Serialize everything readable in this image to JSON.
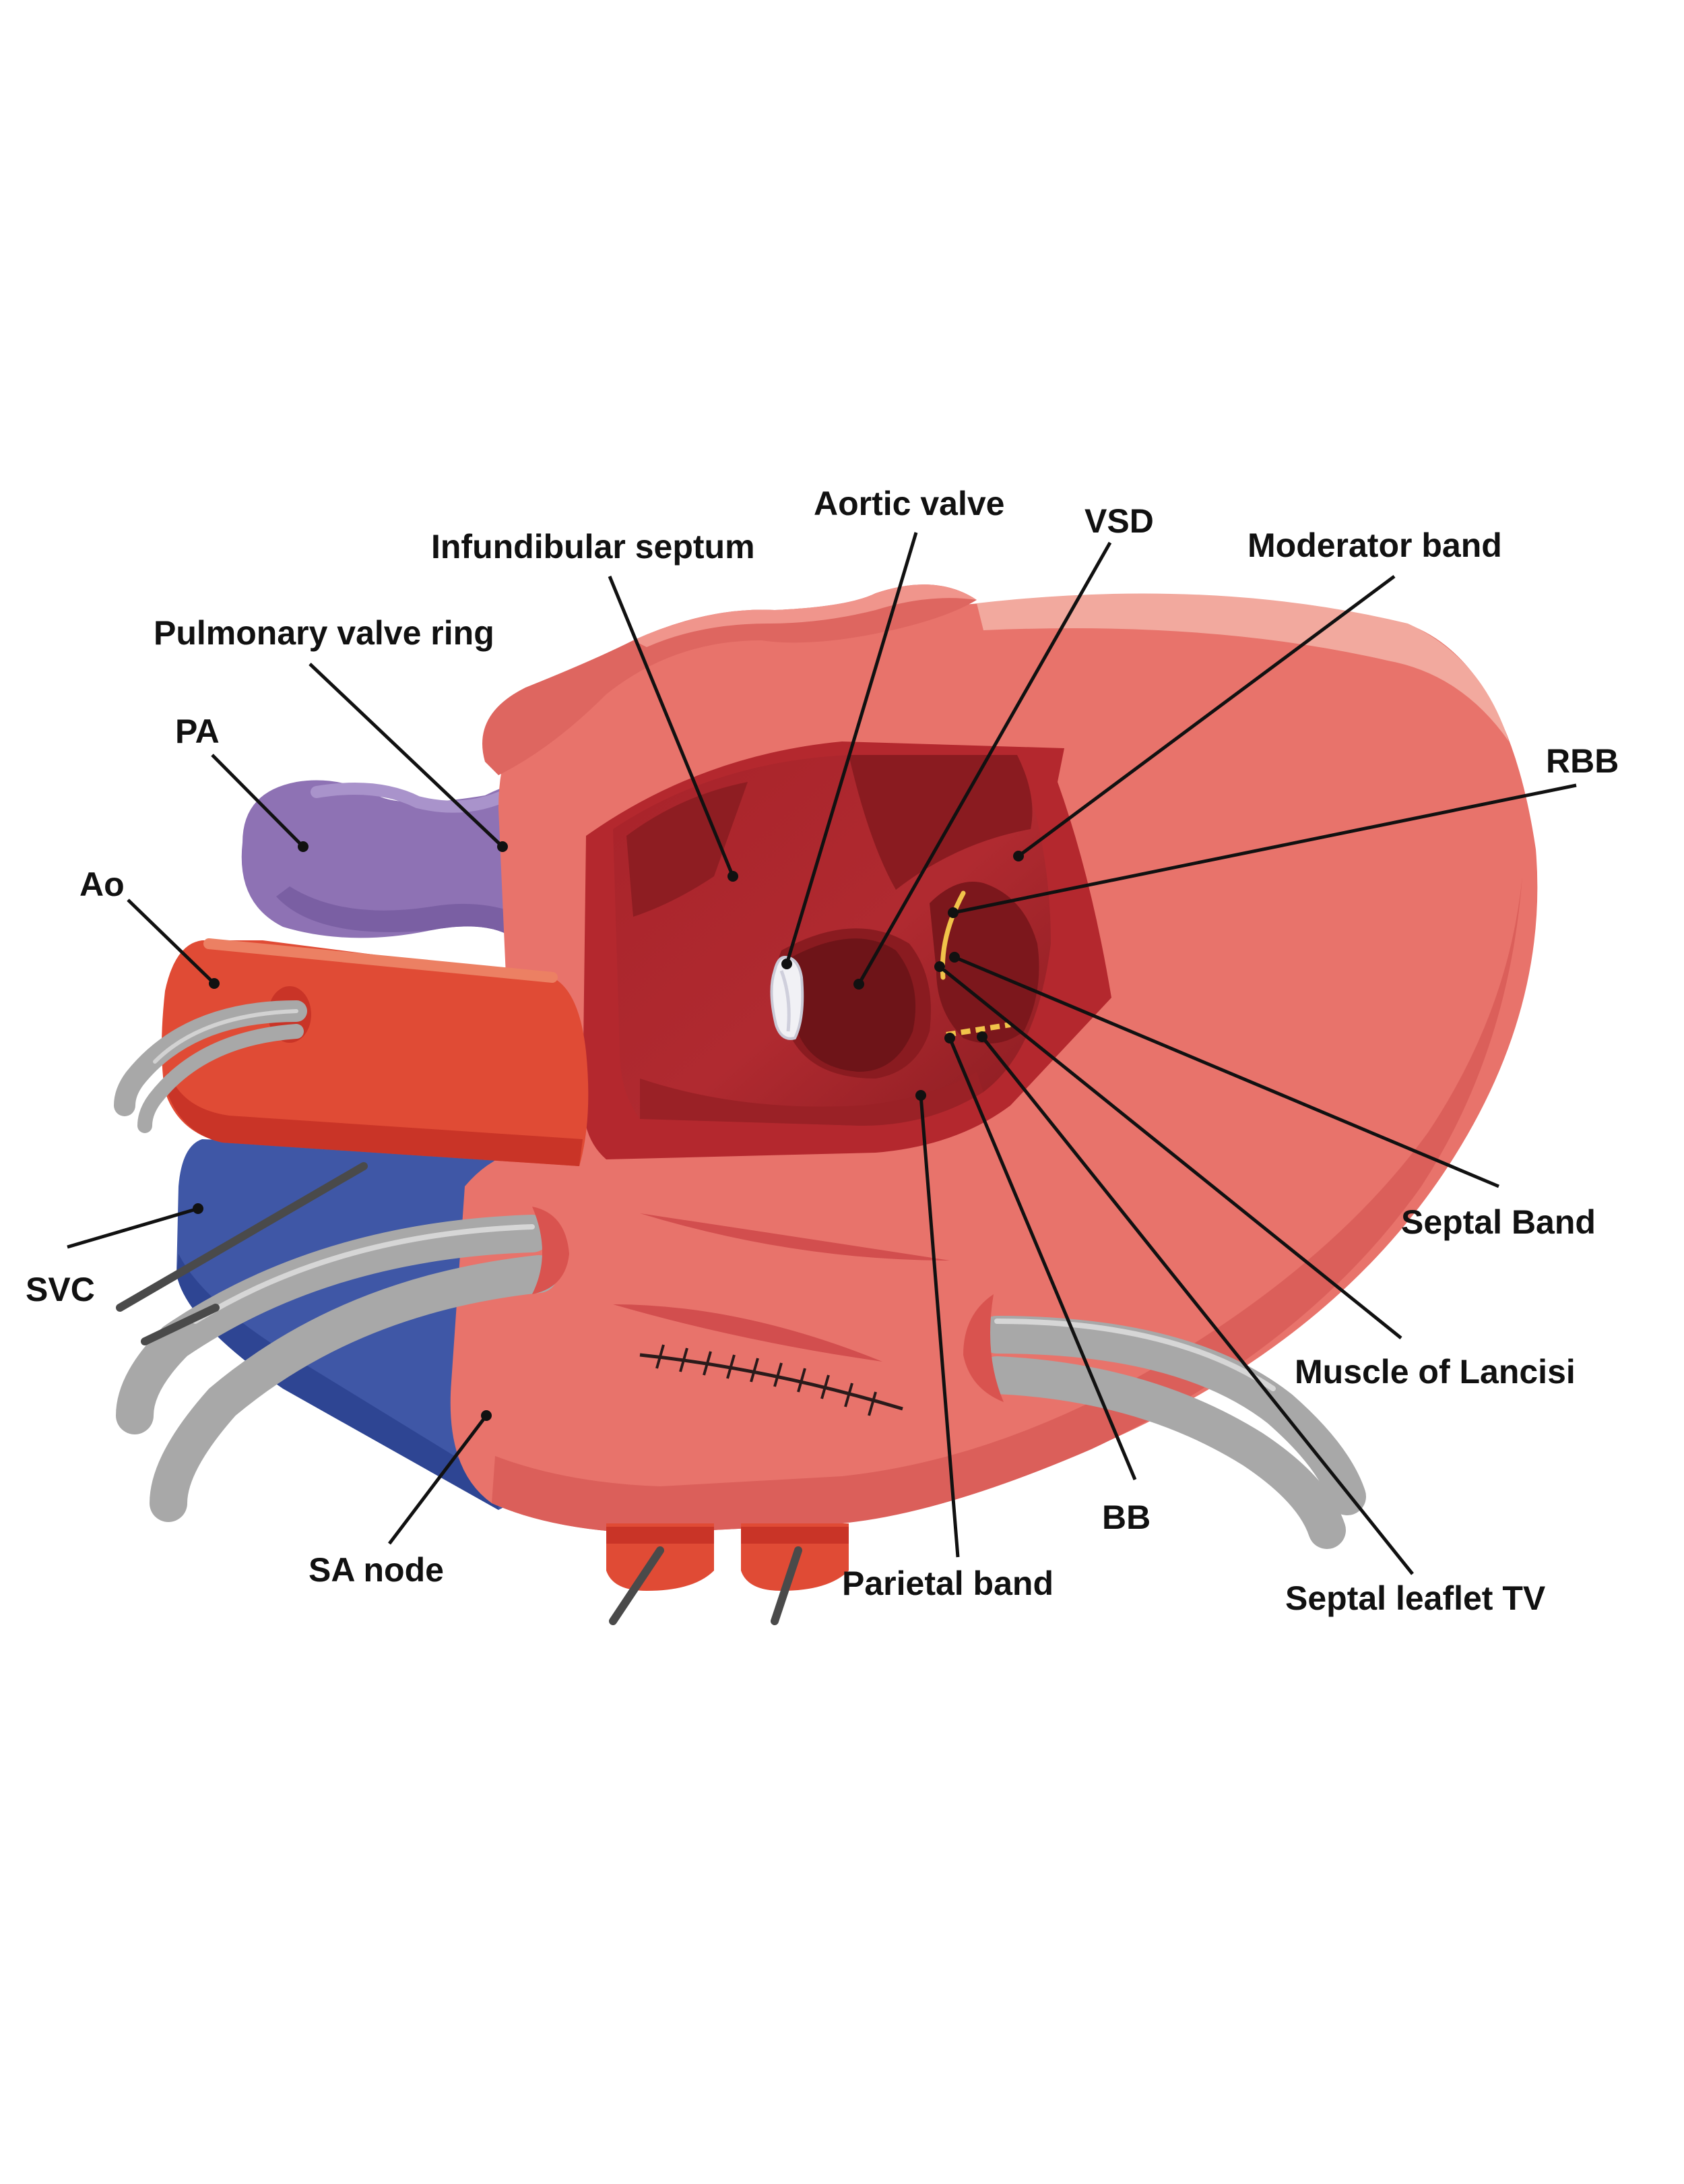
{
  "labels": {
    "aortic_valve": "Aortic valve",
    "vsd": "VSD",
    "infundibular_septum": "Infundibular septum",
    "moderator_band": "Moderator band",
    "pulmonary_valve_ring": "Pulmonary valve ring",
    "pa": "PA",
    "rbb": "RBB",
    "ao": "Ao",
    "septal_band": "Septal Band",
    "svc": "SVC",
    "muscle_of_lancisi": "Muscle of Lancisi",
    "bb": "BB",
    "sa_node": "SA node",
    "parietal_band": "Parietal band",
    "septal_leaflet_tv": "Septal leaflet TV"
  },
  "colors": {
    "heart_wall": "#E8736B",
    "heart_highlight": "#F2A99E",
    "heart_shadow": "#D65A56",
    "interior_dark": "#9E1F25",
    "interior_mid": "#B4282E",
    "vsd_hole": "#6E1418",
    "aorta": "#E04B35",
    "pulmonary_artery": "#8E72B4",
    "svc": "#3F57A6",
    "cannula": "#A8A8A8",
    "leader_line": "#111111"
  }
}
